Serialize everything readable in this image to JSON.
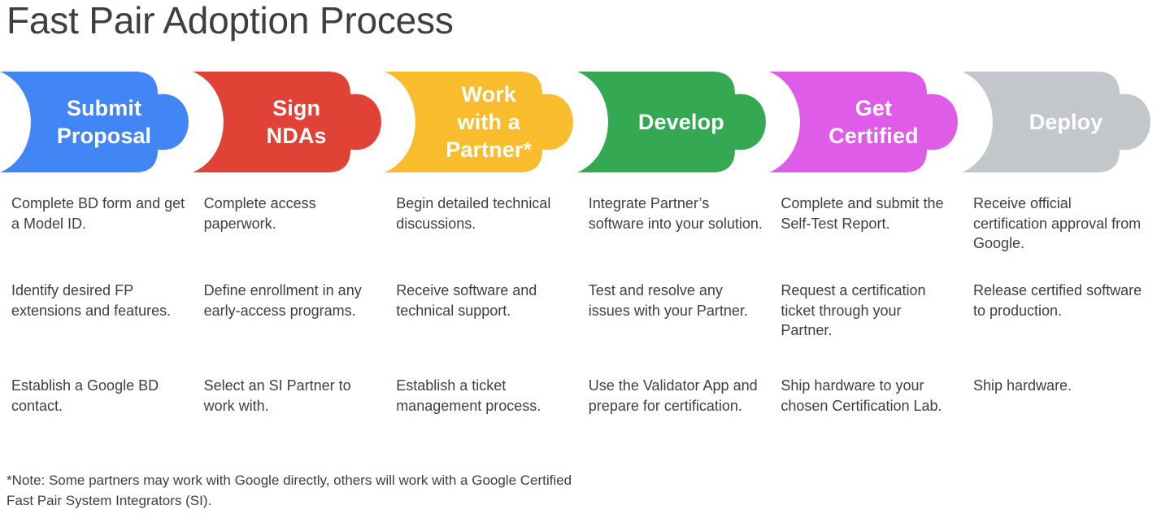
{
  "page": {
    "title": "Fast Pair Adoption Process",
    "background_color": "#ffffff",
    "text_color": "#3c4043"
  },
  "banners": [
    {
      "label": "Submit\nProposal",
      "color": "#4285f4",
      "name": "submit-proposal"
    },
    {
      "label": "Sign\nNDAs",
      "color": "#e04235",
      "name": "sign-ndas"
    },
    {
      "label": "Work\nwith a\nPartner*",
      "color": "#f9bc2c",
      "name": "work-with-a-partner"
    },
    {
      "label": "Develop",
      "color": "#34a853",
      "name": "develop"
    },
    {
      "label": "Get\nCertified",
      "color": "#df5ce8",
      "name": "get-certified"
    },
    {
      "label": "Deploy",
      "color": "#c3c6ca",
      "name": "deploy"
    }
  ],
  "columns": [
    {
      "stage": "Submit Proposal",
      "items": [
        "Complete BD form and get a Model ID.",
        "Identify desired FP extensions and features.",
        "Establish a Google BD contact."
      ]
    },
    {
      "stage": "Sign NDAs",
      "items": [
        "Complete access paperwork.",
        "Define enrollment in any early-access programs.",
        "Select an SI Partner to work with."
      ]
    },
    {
      "stage": "Work with a Partner*",
      "items": [
        "Begin detailed technical discussions.",
        "Receive software and technical support.",
        "Establish a ticket management process."
      ]
    },
    {
      "stage": "Develop",
      "items": [
        "Integrate Partner’s software into your solution.",
        "Test and resolve any issues with your Partner.",
        "Use the Validator App and prepare for certification."
      ]
    },
    {
      "stage": "Get Certified",
      "items": [
        "Complete and submit the Self-Test Report.",
        "Request a certification ticket through your Partner.",
        "Ship hardware to your chosen Certification Lab."
      ]
    },
    {
      "stage": "Deploy",
      "items": [
        "Receive official certification approval from Google.",
        "Release certified software to production.",
        "Ship hardware."
      ]
    }
  ],
  "footnote": "*Note: Some partners may work with Google directly, others will work with a Google Certified Fast Pair System Integrators (SI)."
}
